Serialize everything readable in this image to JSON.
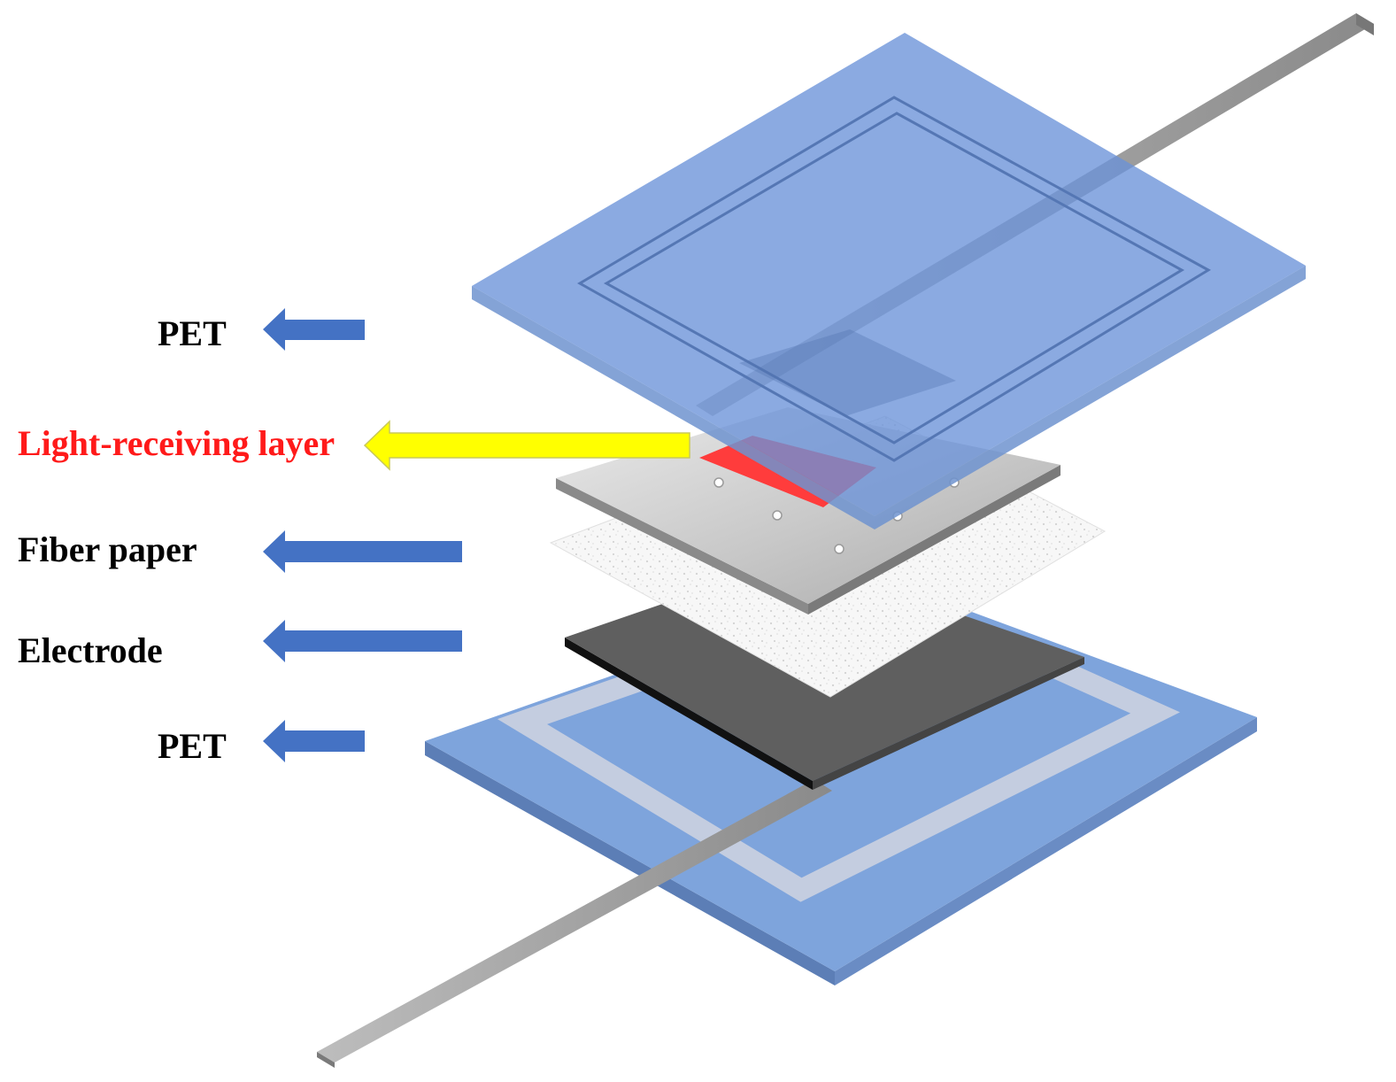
{
  "labels": {
    "pet_top": "PET",
    "light_layer": "Light-receiving layer",
    "fiber_paper": "Fiber paper",
    "electrode": "Electrode",
    "pet_bottom": "PET"
  },
  "colors": {
    "label_text": "#000000",
    "highlight_text": "#ff1a1a",
    "arrow_blue": "#4472c4",
    "arrow_yellow": "#ffff00",
    "pet_blue": "#7ea4dc",
    "light_layer_red": "#ff3c3c",
    "electrode_dark": "#5c5c5c",
    "lead_gray": "#9a9a9a",
    "frame_light": "#c4cde0"
  }
}
